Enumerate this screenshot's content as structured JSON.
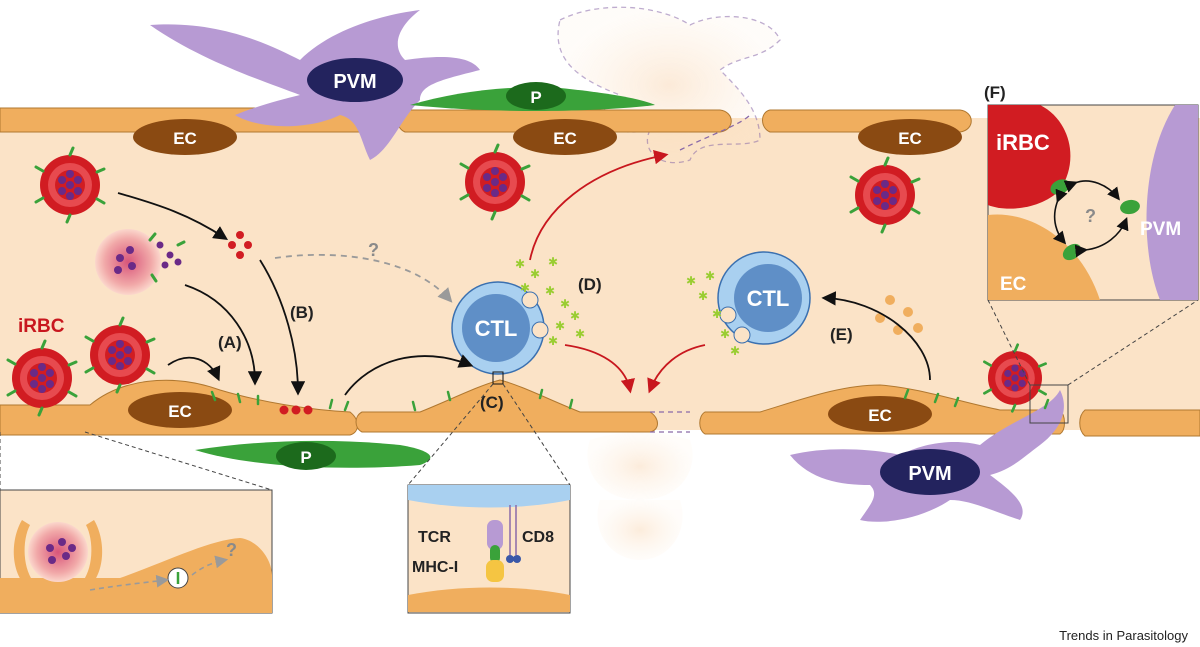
{
  "labels": {
    "pvm": "PVM",
    "pericyte": "P",
    "ec": "EC",
    "irbc": "iRBC",
    "ctl": "CTL",
    "question": "?",
    "tcr": "TCR",
    "cd8": "CD8",
    "mhc1": "MHC-I"
  },
  "panels": {
    "a": "(A)",
    "b": "(B)",
    "c": "(C)",
    "d": "(D)",
    "e": "(E)",
    "f": "(F)"
  },
  "credit": "Trends in Parasitology",
  "colors": {
    "lumen": "#fbe3c7",
    "endothelium": "#f0ae5e",
    "ec_nucleus": "#8a4a12",
    "pvm": "#b79ad3",
    "pvm_nucleus": "#23235e",
    "pericyte": "#3aa23a",
    "pericyte_nucleus": "#1c6a1c",
    "irbc": "#d11c22",
    "merozoite": "#6a2a87",
    "ctl": "#5f8fc7",
    "ctl_outer": "#a9d0f0",
    "antigen": "#3aa23a",
    "arrow_black": "#111111",
    "arrow_red": "#c8171e",
    "arrow_gray": "#9a9a9a"
  }
}
